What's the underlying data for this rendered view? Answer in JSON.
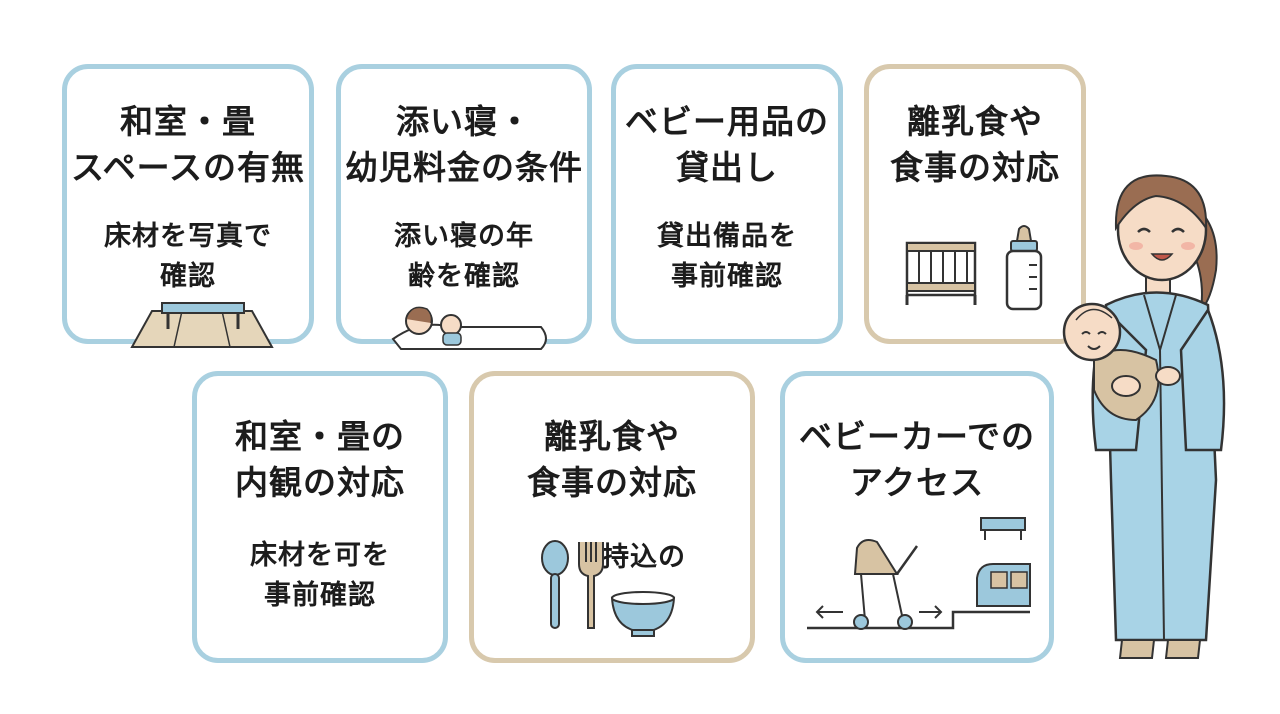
{
  "cards": [
    {
      "title": [
        "和室・畳",
        "スペースの有無"
      ],
      "sub": [
        "床材を写真で",
        "確認"
      ]
    },
    {
      "title": [
        "添い寝・",
        "幼児料金の条件"
      ],
      "sub": [
        "添い寝の年",
        "齢を確認"
      ]
    },
    {
      "title": [
        "ベビー用品の",
        "貸出し"
      ],
      "sub": [
        "貸出備品を",
        "事前確認"
      ]
    },
    {
      "title": [
        "離乳食や",
        "食事の対応"
      ],
      "sub": []
    },
    {
      "title": [
        "和室・畳の",
        "内観の対応"
      ],
      "sub": [
        "床材を可を",
        "事前確認"
      ]
    },
    {
      "title": [
        "離乳食や",
        "食事の対応"
      ],
      "sub": [
        "持込の"
      ]
    },
    {
      "title": [
        "ベビーカーでの",
        "アクセス"
      ],
      "sub": []
    }
  ],
  "colors": {
    "blue_border": "#a9d0e0",
    "beige_border": "#d8c9ad",
    "icon_blue": "#9cc8dc",
    "icon_beige": "#d7c3a3",
    "yukata": "#a8d3e6"
  }
}
